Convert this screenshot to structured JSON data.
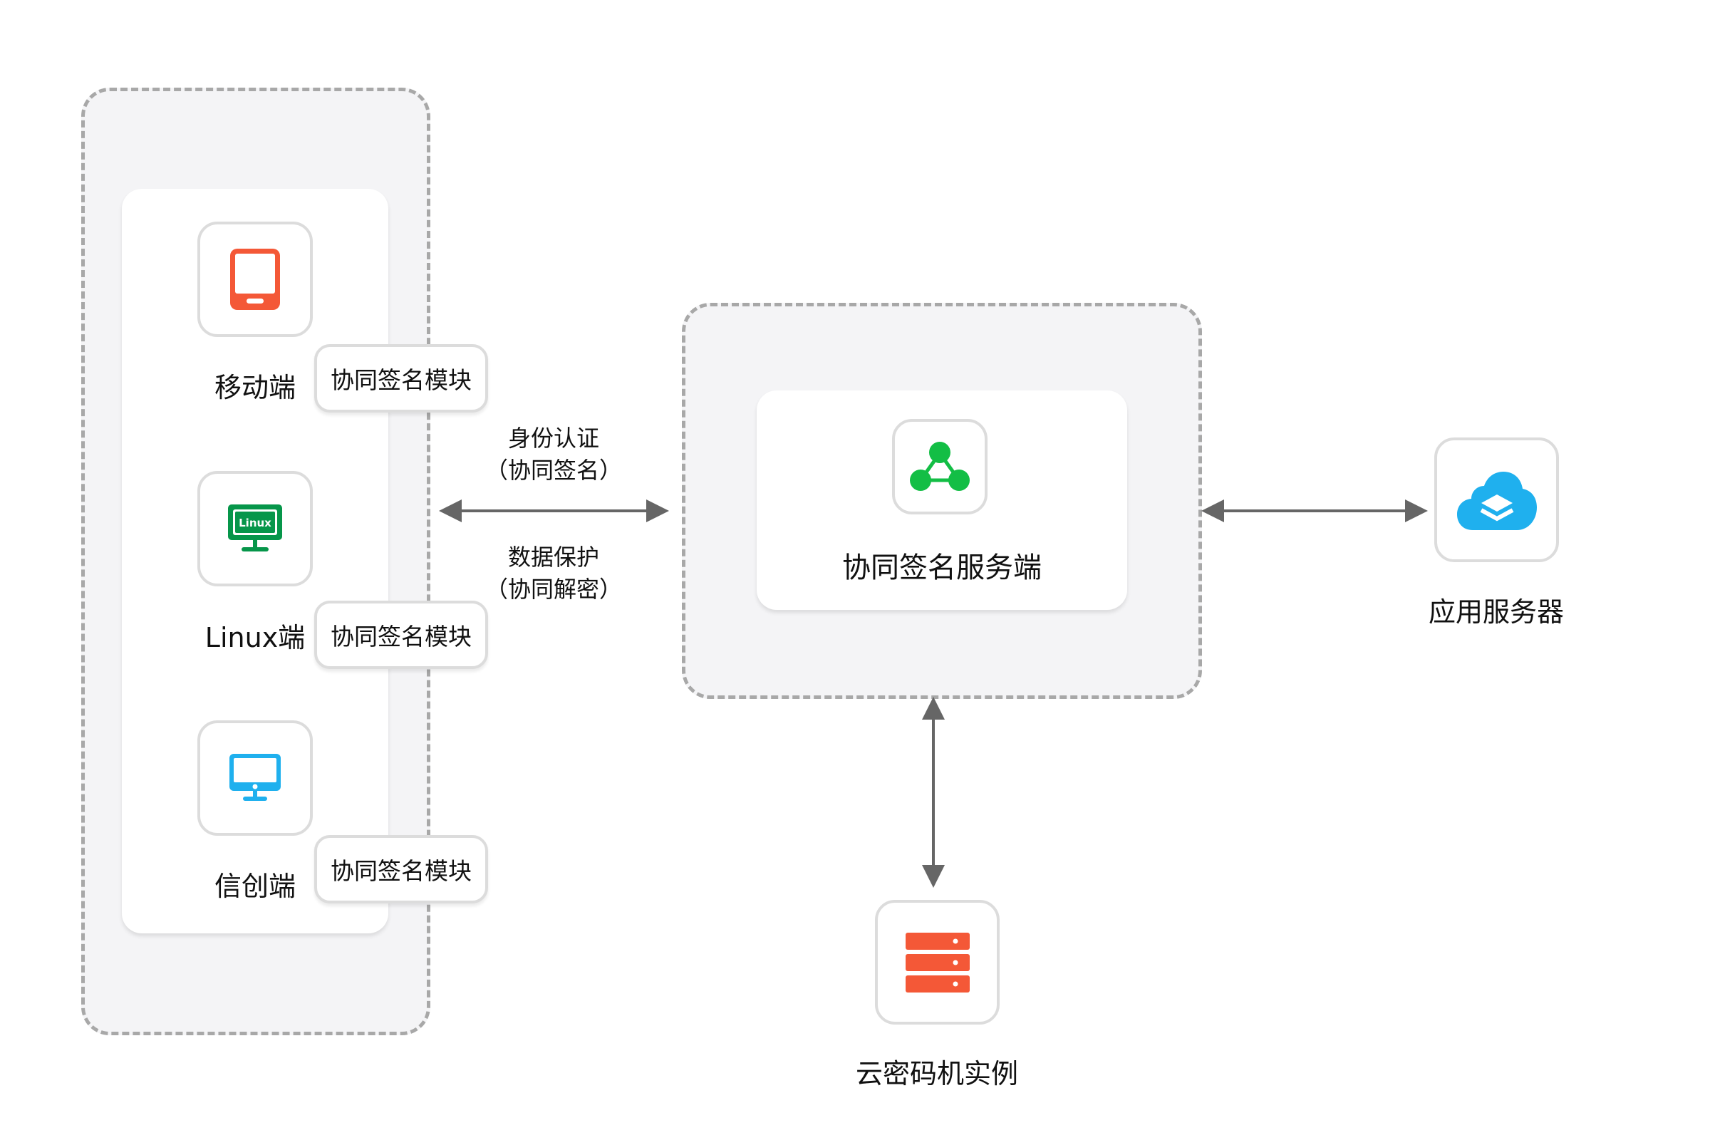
{
  "colors": {
    "panel_bg": "#f4f4f6",
    "dashed_border": "#a8a8a8",
    "tile_border": "#dcdcdc",
    "arrow": "#666666",
    "mobile_icon": "#f45837",
    "linux_icon": "#06964a",
    "xinchuang_icon": "#1fb0ee",
    "server_icon": "#13be45",
    "cloud_icon": "#1fb0ee",
    "hsm_icon": "#f45837"
  },
  "clients": [
    {
      "label": "移动端",
      "icon": "tablet-icon",
      "module": "协同签名模块"
    },
    {
      "label": "Linux端",
      "icon": "linux-monitor-icon",
      "icon_text": "Linux",
      "module": "协同签名模块"
    },
    {
      "label": "信创端",
      "icon": "monitor-icon",
      "module": "协同签名模块"
    }
  ],
  "edges": {
    "client_server": {
      "upper_line1": "身份认证",
      "upper_line2": "（协同签名）",
      "lower_line1": "数据保护",
      "lower_line2": "（协同解密）",
      "direction": "bidirectional"
    },
    "server_app": {
      "direction": "bidirectional"
    },
    "server_hsm": {
      "direction": "bidirectional"
    }
  },
  "server": {
    "label": "协同签名服务端",
    "icon": "network-nodes-icon"
  },
  "app_server": {
    "label": "应用服务器",
    "icon": "cloud-layers-icon"
  },
  "hsm": {
    "label": "云密码机实例",
    "icon": "server-rack-icon"
  }
}
